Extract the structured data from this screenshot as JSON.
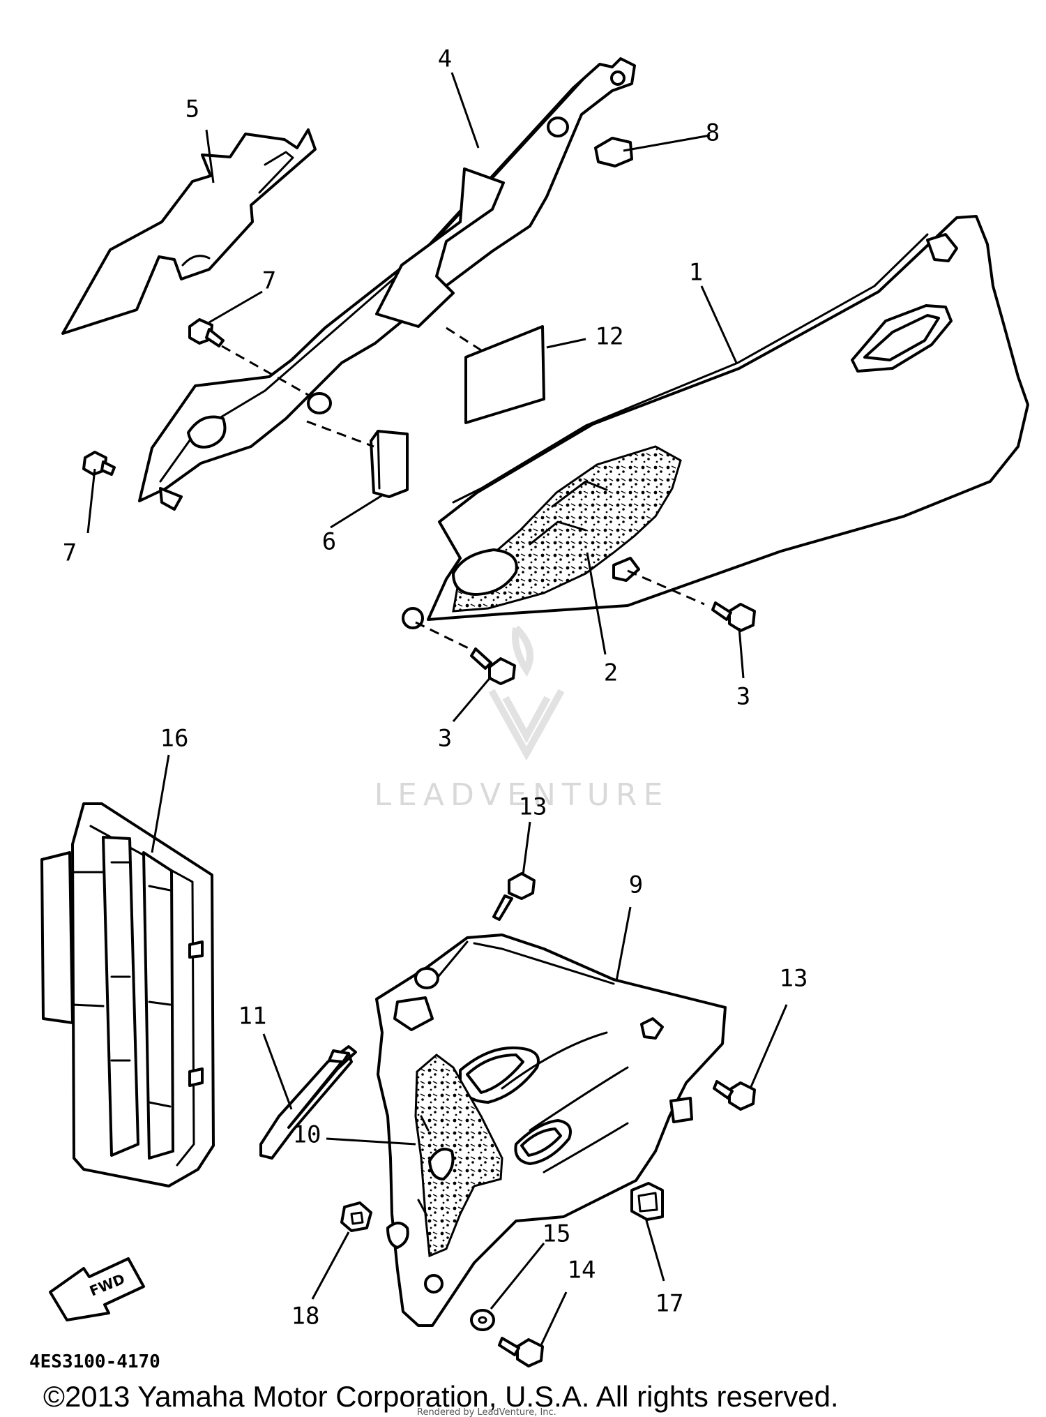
{
  "diagram": {
    "callouts": {
      "c1": "1",
      "c2": "2",
      "c3a": "3",
      "c3b": "3",
      "c4": "4",
      "c5": "5",
      "c6": "6",
      "c7a": "7",
      "c7b": "7",
      "c8": "8",
      "c9": "9",
      "c10": "10",
      "c11": "11",
      "c12": "12",
      "c13a": "13",
      "c13b": "13",
      "c14": "14",
      "c15": "15",
      "c16": "16",
      "c17": "17",
      "c18": "18"
    },
    "fwd_label": "FWD",
    "diagram_code": "4ES3100-4170"
  },
  "watermark": {
    "text": "LEADVENTURE"
  },
  "footer": {
    "copyright": "©2013 Yamaha Motor Corporation, U.S.A. All rights reserved.",
    "rendered_by": "Rendered by LeadVenture, Inc."
  }
}
